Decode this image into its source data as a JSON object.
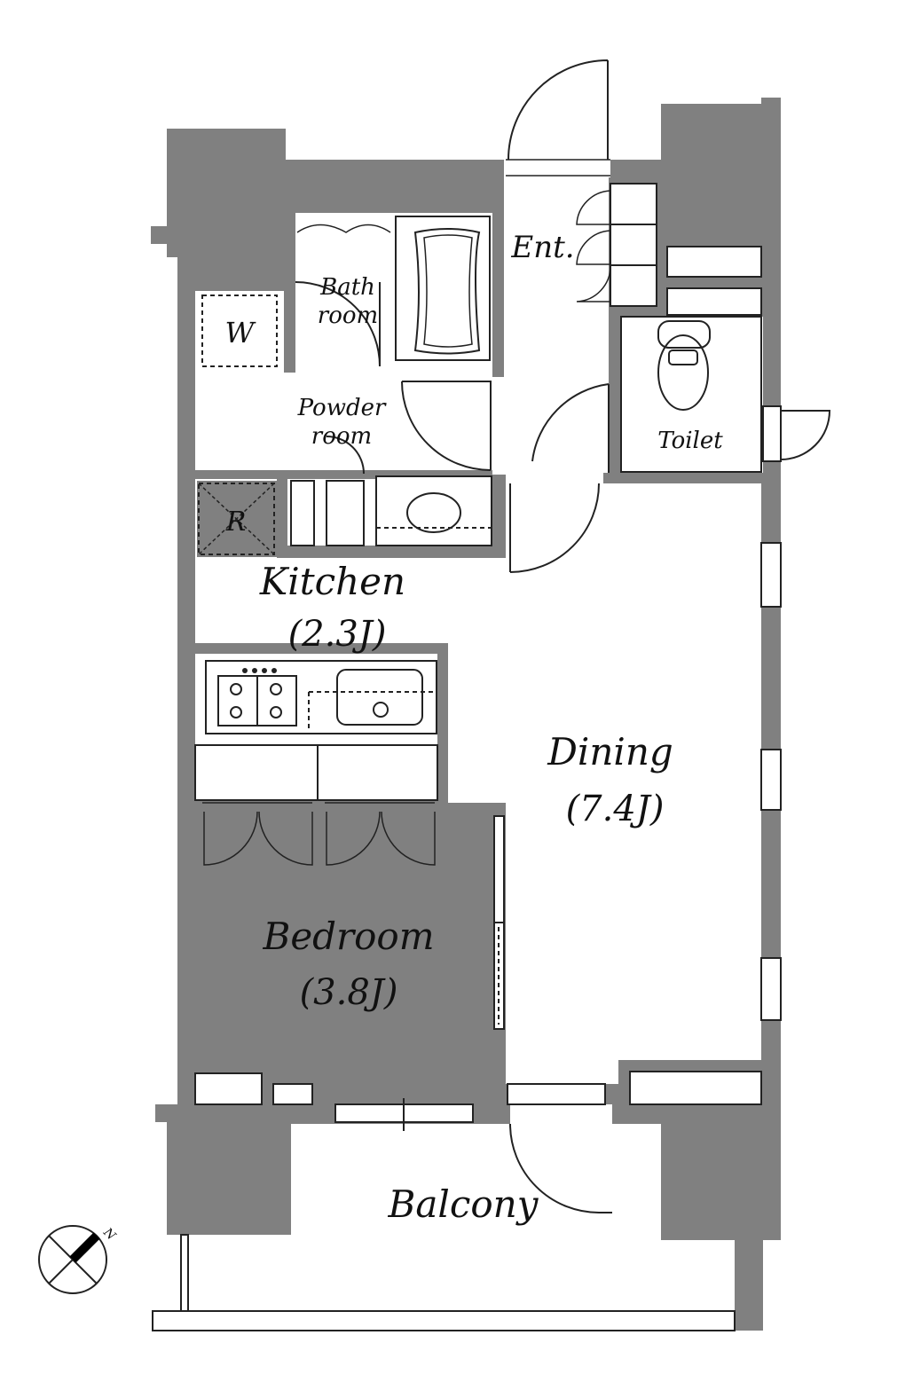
{
  "rooms": {
    "entrance": "Ent.",
    "bath_line1": "Bath",
    "bath_line2": "room",
    "washer": "W",
    "powder_line1": "Powder",
    "powder_line2": "room",
    "toilet": "Toilet",
    "refrigerator": "R",
    "kitchen_name": "Kitchen",
    "kitchen_size": "(2.3J)",
    "dining_name": "Dining",
    "dining_size": "(7.4J)",
    "bedroom_name": "Bedroom",
    "bedroom_size": "(3.8J)",
    "balcony": "Balcony"
  },
  "compass": {
    "north_label": "N",
    "rotation_deg": 45
  },
  "colors": {
    "wall": "#808080",
    "line": "#222222",
    "background": "#ffffff"
  }
}
